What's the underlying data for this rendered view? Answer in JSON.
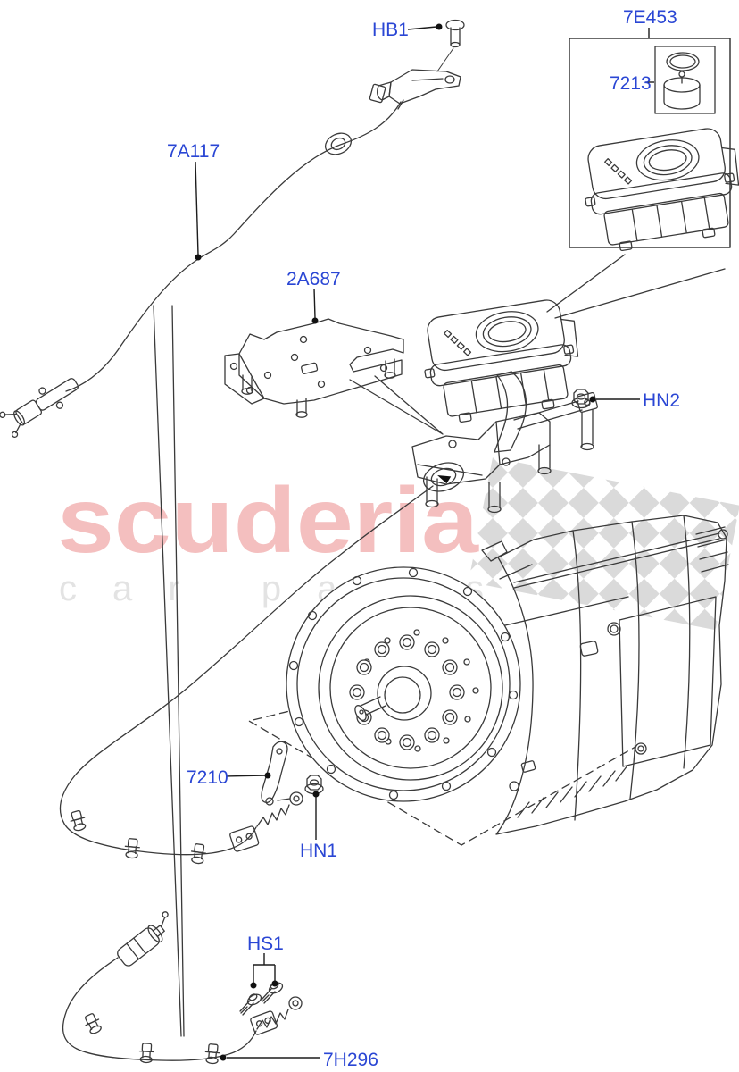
{
  "watermark": {
    "brand": "scuderia",
    "tagline": "car parts"
  },
  "colors": {
    "label_blue": "#2a46d4",
    "watermark_pink": "#f4bfbf",
    "watermark_gray": "#e3e3e3",
    "checker_gray": "#dadada",
    "line": "#3a3a3a"
  },
  "labels": {
    "hb1": "HB1",
    "e7453": "7E453",
    "p7213": "7213",
    "a7117": "7A117",
    "a2687": "2A687",
    "hn2": "HN2",
    "p7210": "7210",
    "hn1": "HN1",
    "hs1": "HS1",
    "h7296": "7H296"
  }
}
